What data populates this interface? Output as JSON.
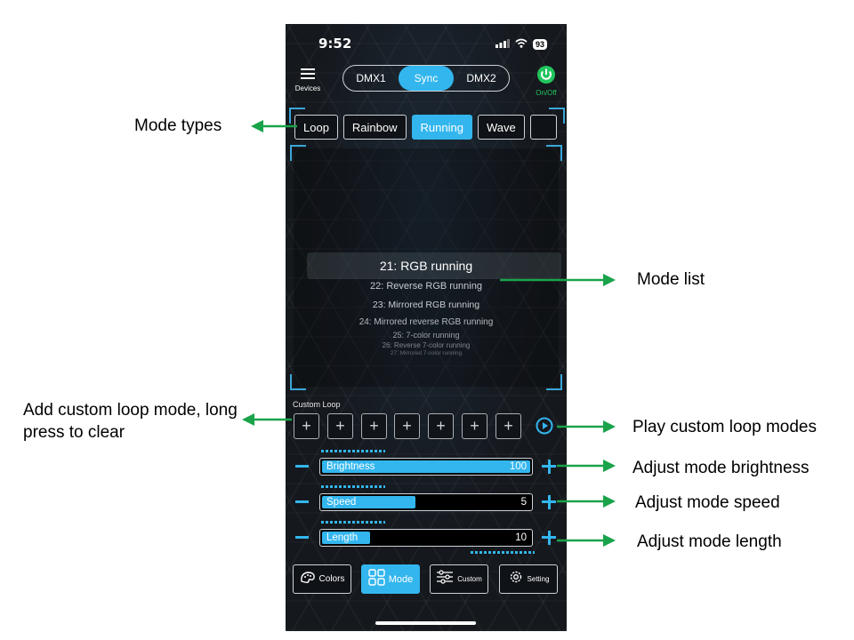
{
  "status_bar": {
    "time": "9:52",
    "battery": "93"
  },
  "header": {
    "devices_label": "Devices",
    "segments": [
      "DMX1",
      "Sync",
      "DMX2"
    ],
    "active_segment": "Sync",
    "power_label": "On/Off"
  },
  "mode_tabs": [
    "Loop",
    "Rainbow",
    "Running",
    "Wave"
  ],
  "active_mode_tab": "Running",
  "mode_list": {
    "items": [
      "21: RGB running",
      "22: Reverse RGB running",
      "23: Mirrored RGB running",
      "24: Mirrored reverse RGB running",
      "25: 7-color running",
      "26: Reverse 7-color running",
      "27: Mirrored 7-color running"
    ],
    "selected_index": 0
  },
  "custom_loop": {
    "label": "Custom Loop",
    "slot_symbol": "+",
    "slot_count": 7
  },
  "sliders": [
    {
      "label": "Brightness",
      "value": "100",
      "fraction": 1.0
    },
    {
      "label": "Speed",
      "value": "5",
      "fraction": 0.45
    },
    {
      "label": "Length",
      "value": "10",
      "fraction": 0.23
    }
  ],
  "bottom_nav": {
    "colors": "Colors",
    "mode": "Mode",
    "custom": "Custom",
    "setting": "Setting",
    "active": "Mode"
  },
  "annotations": {
    "mode_types": "Mode types",
    "mode_list": "Mode list",
    "add_custom": "Add custom loop mode, long press to clear",
    "play_custom": "Play custom loop modes",
    "brightness": "Adjust mode brightness",
    "speed": "Adjust mode speed",
    "length": "Adjust mode length"
  },
  "colors": {
    "accent": "#33b6ee",
    "power": "#21c55d",
    "arrow": "#1aa34a"
  }
}
